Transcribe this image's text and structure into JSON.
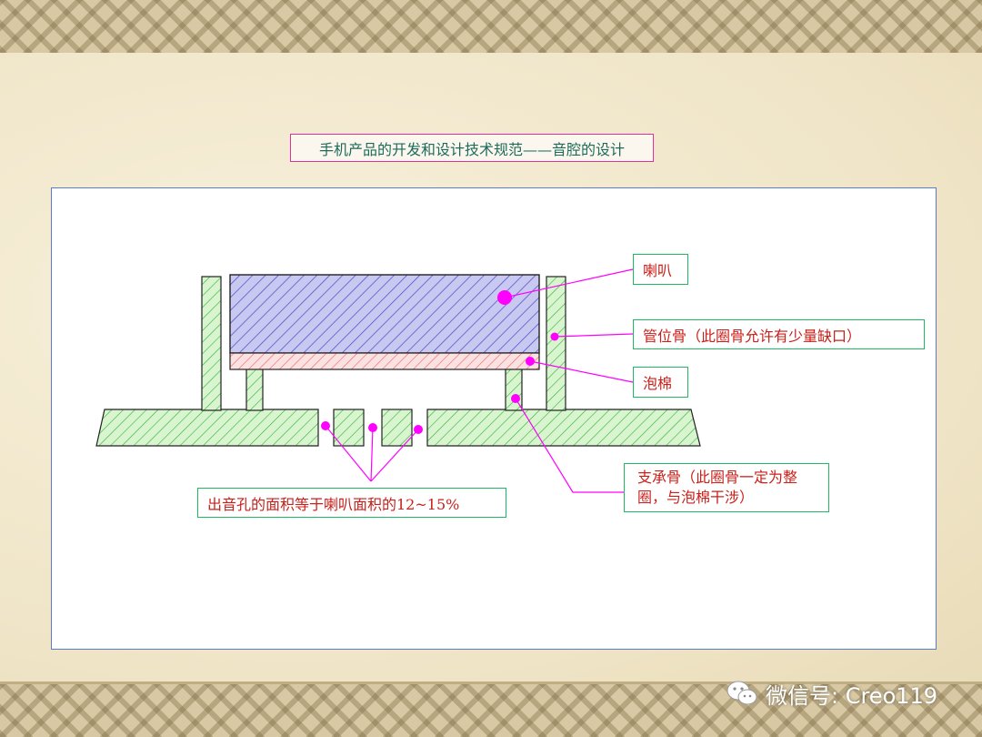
{
  "title": "手机产品的开发和设计技术规范——音腔的设计",
  "labels": {
    "speaker": "喇叭",
    "tube_rib": "管位骨（此圈骨允许有少量缺口）",
    "foam": "泡棉",
    "support_rib": "支承骨（此圈骨一定为整圈，与泡棉干涉）",
    "sound_hole": "出音孔的面积等于喇叭面积的12~15%"
  },
  "watermark": {
    "icon": "wechat-icon",
    "text": "微信号: Creo119"
  },
  "colors": {
    "title_border": "#e0309a",
    "label_border": "#20b860",
    "label_text": "#c8201a",
    "leader": "#ff00ff",
    "speaker_hatch": "#4848c8",
    "speaker_fill": "#c8c8f0",
    "foam_hatch": "#f06060",
    "housing_hatch": "#30b030",
    "housing_fill": "#d8f5d0"
  }
}
